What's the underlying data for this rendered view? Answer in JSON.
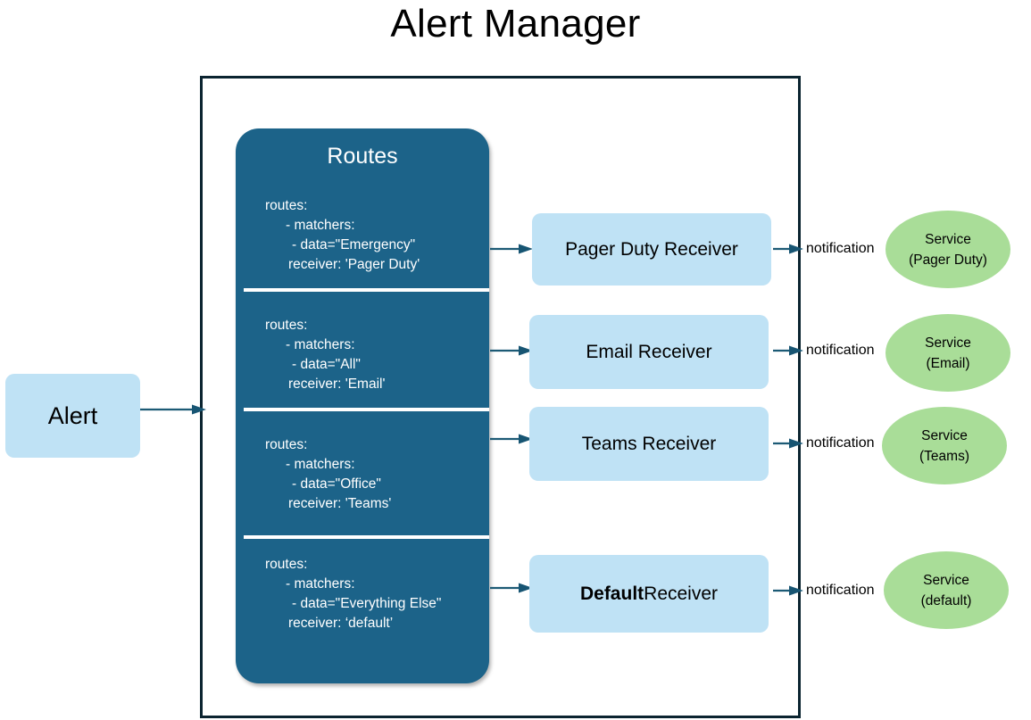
{
  "page": {
    "title": "Alert Manager",
    "background": "#ffffff"
  },
  "colors": {
    "panel_teal": "#1c6389",
    "light_blue": "#bfe2f5",
    "green": "#a9dd98",
    "border_dark": "#0b2430",
    "arrow": "#1c5a75",
    "text_dark": "#000000",
    "text_light": "#ffffff"
  },
  "alert": {
    "label": "Alert"
  },
  "routes_panel": {
    "title": "Routes",
    "blocks": [
      {
        "id": "emergency",
        "line1": "routes:",
        "line2": "- matchers:",
        "line3": "- data=\"Emergency\"",
        "line4": "receiver: 'Pager Duty'"
      },
      {
        "id": "all",
        "line1": "routes:",
        "line2": "- matchers:",
        "line3": "- data=\"All\"",
        "line4": "receiver: 'Email'"
      },
      {
        "id": "office",
        "line1": "routes:",
        "line2": "- matchers:",
        "line3": "- data=\"Office\"",
        "line4": "receiver: 'Teams'"
      },
      {
        "id": "everything-else",
        "line1": "routes:",
        "line2": "- matchers:",
        "line3": "- data=\"Everything Else\"",
        "line4": "receiver: ‘default’"
      }
    ]
  },
  "receivers": [
    {
      "id": "pager-duty",
      "label": "Pager Duty Receiver",
      "bold_prefix": ""
    },
    {
      "id": "email",
      "label": "Email Receiver",
      "bold_prefix": ""
    },
    {
      "id": "teams",
      "label": "Teams Receiver",
      "bold_prefix": ""
    },
    {
      "id": "default",
      "label": " Receiver",
      "bold_prefix": "Default"
    }
  ],
  "notifications": [
    {
      "label": "notification"
    },
    {
      "label": "notification"
    },
    {
      "label": "notification"
    },
    {
      "label": "notification"
    }
  ],
  "services": [
    {
      "id": "pagerduty",
      "line1": "Service",
      "line2": "(Pager Duty)"
    },
    {
      "id": "email",
      "line1": "Service",
      "line2": "(Email)"
    },
    {
      "id": "teams",
      "line1": "Service",
      "line2": "(Teams)"
    },
    {
      "id": "default",
      "line1": "Service",
      "line2": "(default)"
    }
  ]
}
